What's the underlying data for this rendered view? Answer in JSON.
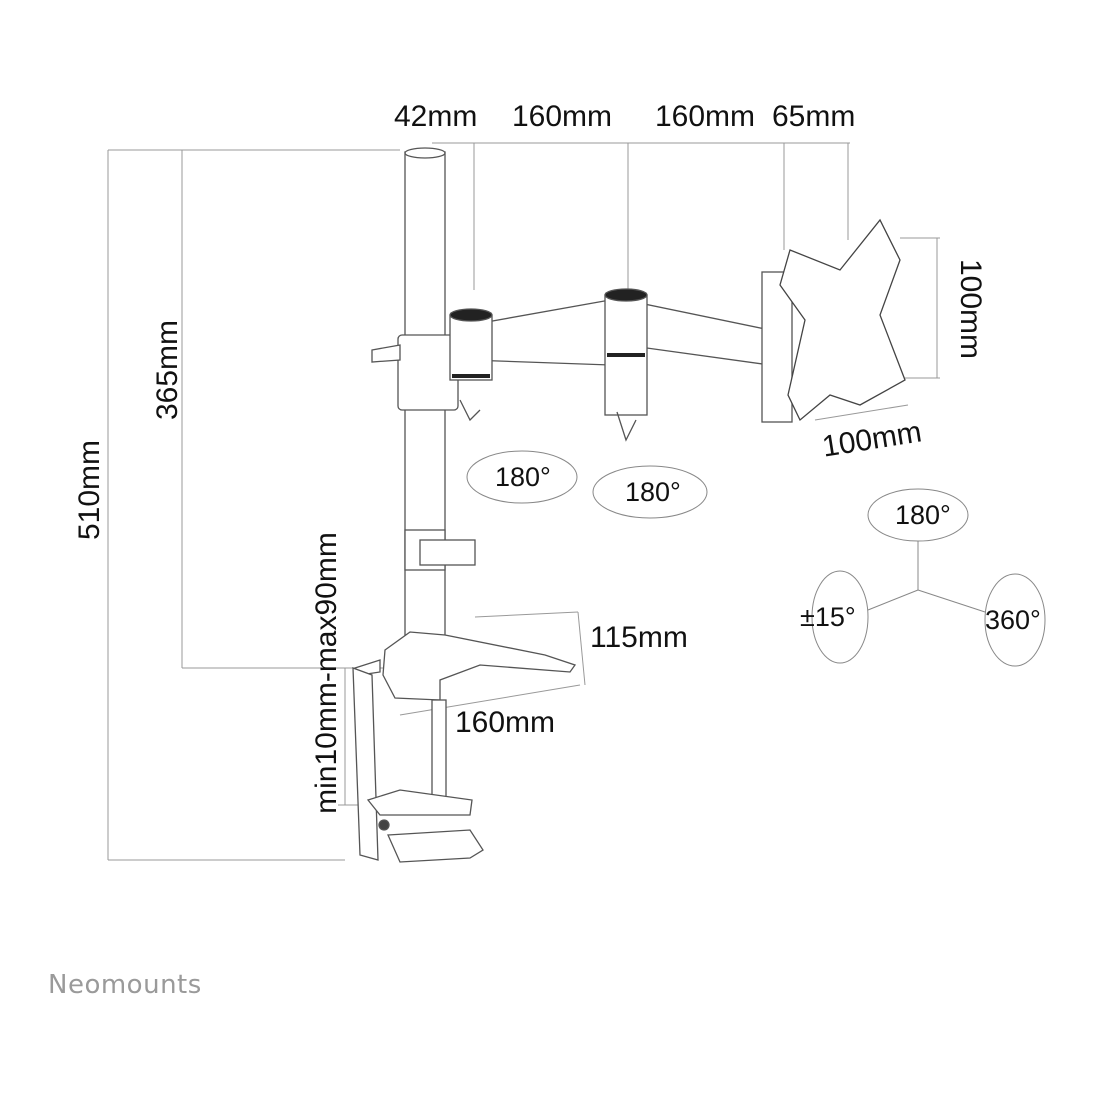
{
  "dimensions": {
    "top": [
      "42mm",
      "160mm",
      "160mm",
      "65mm"
    ],
    "total_height": "510mm",
    "arm_height": "365mm",
    "desk_thickness": "min10mm-max90mm",
    "vesa_height": "100mm",
    "vesa_width": "100mm",
    "base_width": "115mm",
    "base_depth": "160mm"
  },
  "rotations": {
    "arm_joint_1": "180°",
    "arm_joint_2": "180°",
    "head_swivel": "180°",
    "tilt": "±15°",
    "rotate": "360°"
  },
  "brand": "Neomounts"
}
